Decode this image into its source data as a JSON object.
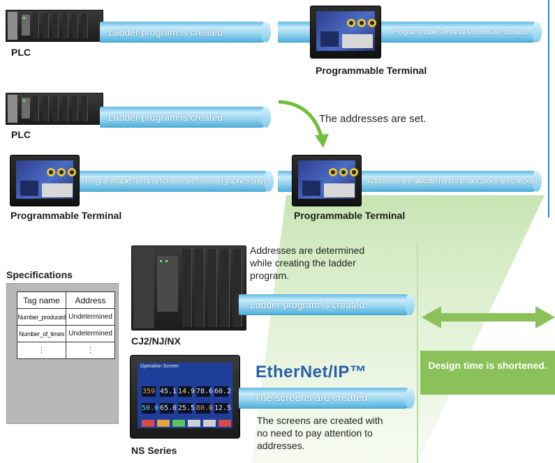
{
  "row1": {
    "plc_label": "PLC",
    "pipe1_text": "Ladder program is created.",
    "pipe2_text": "Programmable Terminal screens are created.",
    "terminal_label": "Programmable Terminal"
  },
  "row2": {
    "plc_label": "PLC",
    "pipe1_text": "Ladder program is created.",
    "arrow_text": "The addresses are set.",
    "pipe2_text": "Programmable Terminal screens are created (graphics only).",
    "pipe3_text": "Addresses are allocated and the allocations are checked",
    "terminal_label_left": "Programmable Terminal",
    "terminal_label_right": "Programmable Terminal"
  },
  "specifications": {
    "title": "Specifications",
    "headers": [
      "Tag name",
      "Address"
    ],
    "rows": [
      [
        "Number_produced",
        "Undetermined"
      ],
      [
        "Number_of_times",
        "Undetermined"
      ],
      [
        "⋮",
        "⋮"
      ]
    ]
  },
  "bottom": {
    "note_top": "Addresses are determined while creating the ladder program.",
    "pipe_ladder_text": "Ladder program is created.",
    "cj2_label": "CJ2/NJ/NX",
    "ethernet_logo": "EtherNet/IP™",
    "pipe_screens_text": "The screens are created.",
    "note_bottom": "The screens are created with no need to pay attention to addresses.",
    "ns_label": "NS Series",
    "ns_screen_title": "Operation Screen",
    "ns_readouts": [
      "359",
      "45.1",
      "14.9",
      "78.6",
      "60.2",
      "50.0",
      "65.0",
      "25.5",
      "80.0",
      "12.5"
    ],
    "design_time_text": "Design time is shortened."
  },
  "colors": {
    "pipe": "#6cc3ea",
    "green": "#8bc159",
    "divider_blue": "#1d8fd3",
    "ethernet_blue": "#2a5fa8"
  }
}
